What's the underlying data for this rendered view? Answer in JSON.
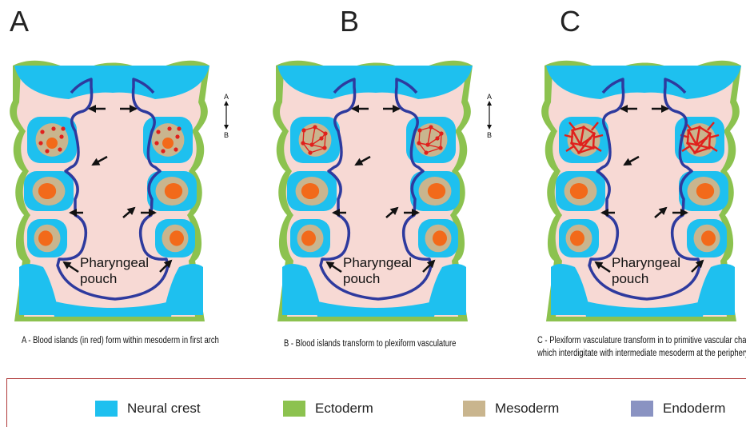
{
  "panels": [
    {
      "letter": "A",
      "pouch_line1": "Pharyngeal",
      "pouch_line2": "pouch",
      "axis_top": "A",
      "axis_bottom": "B",
      "caption_lines": [
        "A - Blood islands (in red) form within mesoderm in first arch"
      ]
    },
    {
      "letter": "B",
      "pouch_line1": "Pharyngeal",
      "pouch_line2": "pouch",
      "axis_top": "A",
      "axis_bottom": "B",
      "caption_lines": [
        "B - Blood islands transform to plexiform vasculature"
      ]
    },
    {
      "letter": "C",
      "pouch_line1": "Pharyngeal",
      "pouch_line2": "pouch",
      "caption_lines": [
        "C - Plexiform vasculature transform in to primitive vascular channels",
        "which interdigitate with intermediate mesoderm at the periphery"
      ]
    }
  ],
  "legend": [
    {
      "label": "Neural crest",
      "color": "#1ec0ef"
    },
    {
      "label": "Ectoderm",
      "color": "#8cc24f"
    },
    {
      "label": "Mesoderm",
      "color": "#c9b58e"
    },
    {
      "label": "Endoderm",
      "color": "#8a93c2"
    }
  ],
  "colors": {
    "border": "#b03a3a",
    "endoderm_line": "#2e3a9e",
    "skin": "#f7d9d4",
    "blood": "#e0201c",
    "core": "#f26a1a"
  }
}
